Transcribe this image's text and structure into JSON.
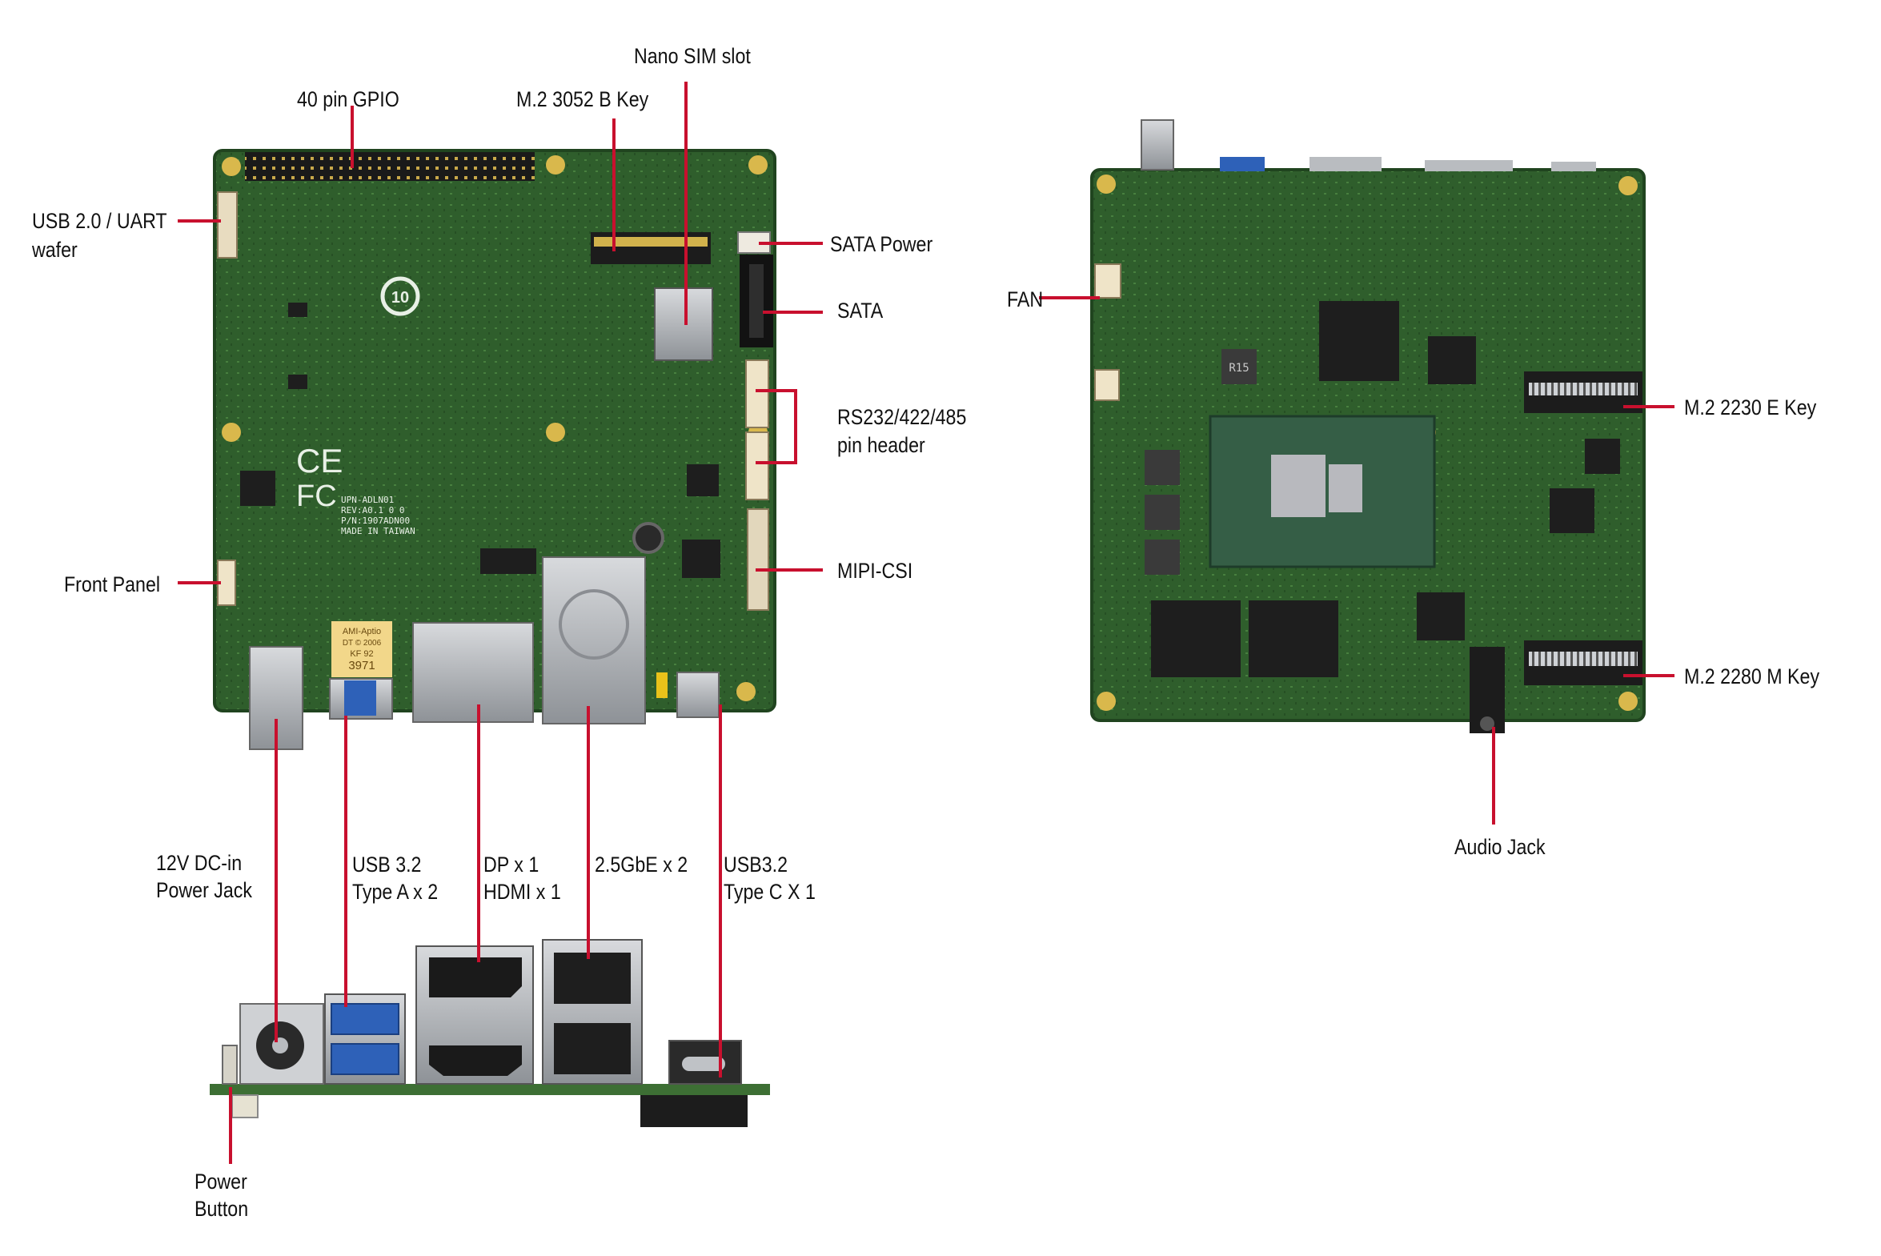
{
  "colors": {
    "leader": "#c8102e",
    "pcb": "#2f5e2c",
    "pcb_light": "#3f7436",
    "metal": "#b9bcc0",
    "chip": "#1e1e1e",
    "port_blue": "#2e61b8"
  },
  "labels": {
    "gpio": "40 pin GPIO",
    "m2_3052": "M.2 3052 B Key",
    "nano_sim": "Nano SIM slot",
    "usb_uart_1": "USB 2.0 / UART",
    "usb_uart_2": "wafer",
    "sata_power": "SATA Power",
    "sata": "SATA",
    "rs232_1": "RS232/422/485",
    "rs232_2": "pin header",
    "mipi": "MIPI-CSI",
    "front_panel": "Front Panel",
    "dc_in_1": "12V DC-in",
    "dc_in_2": "Power Jack",
    "usb32a_1": "USB 3.2",
    "usb32a_2": "Type A x 2",
    "dp_1": "DP x 1",
    "dp_2": "HDMI x 1",
    "gbe": "2.5GbE x 2",
    "usbc_1": "USB3.2",
    "usbc_2": "Type C X 1",
    "power_btn_1": "Power",
    "power_btn_2": "Button",
    "fan": "FAN",
    "m2_2230": "M.2 2230 E Key",
    "m2_2280": "M.2 2280 M Key",
    "audio": "Audio Jack"
  },
  "board_silkscreen": {
    "model": "UPN-ADLN01",
    "rev": "REV:A0.1 0 0",
    "pn": "P/N:1907ADN00",
    "made": "MADE IN TAIWAN",
    "bios_1": "AMI-Aptio",
    "bios_2": "DT © 2006",
    "bios_3": "KF 92",
    "bios_4": "3971",
    "ce_mark": "CE",
    "fc_mark": "FC",
    "recycle": "10",
    "inductor": "R15"
  }
}
